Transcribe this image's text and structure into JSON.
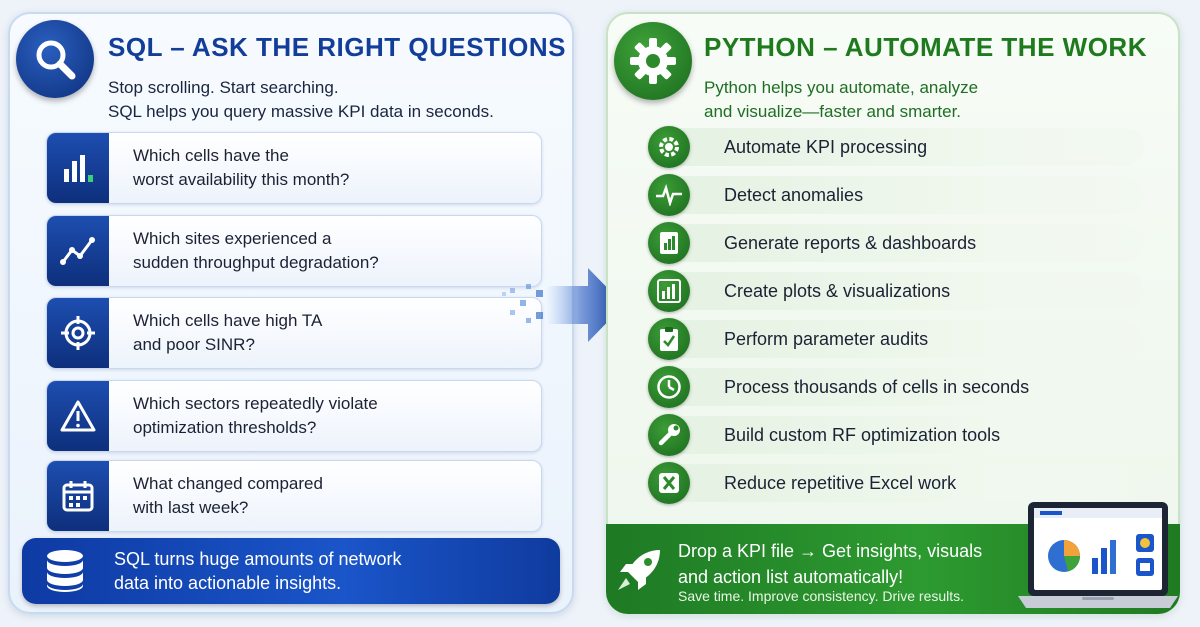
{
  "sql": {
    "title": "SQL – ASK THE RIGHT QUESTIONS",
    "subtitle_line1": "Stop scrolling. Start searching.",
    "subtitle_line2": "SQL helps you query massive KPI data in seconds.",
    "questions": [
      {
        "line1": "Which cells have the",
        "line2": "worst availability this month?",
        "icon": "bar-chart-icon"
      },
      {
        "line1": "Which sites experienced a",
        "line2": "sudden throughput degradation?",
        "icon": "trend-line-icon"
      },
      {
        "line1": "Which cells have high TA",
        "line2": "and poor SINR?",
        "icon": "target-icon"
      },
      {
        "line1": "Which sectors repeatedly violate",
        "line2": "optimization thresholds?",
        "icon": "warning-icon"
      },
      {
        "line1": "What changed compared",
        "line2": "with last week?",
        "icon": "calendar-icon"
      }
    ],
    "footer_line1": "SQL turns huge amounts of network",
    "footer_line2": "data into actionable insights."
  },
  "python": {
    "title": "PYTHON – AUTOMATE THE WORK",
    "subtitle_line1": "Python helps you automate, analyze",
    "subtitle_line2": "and visualize—faster and smarter.",
    "items": [
      {
        "label": "Automate KPI processing",
        "icon": "gear-icon"
      },
      {
        "label": "Detect anomalies",
        "icon": "pulse-icon"
      },
      {
        "label": "Generate reports & dashboards",
        "icon": "report-icon"
      },
      {
        "label": "Create plots & visualizations",
        "icon": "bar-chart-icon"
      },
      {
        "label": "Perform parameter audits",
        "icon": "clipboard-check-icon"
      },
      {
        "label": "Process thousands of cells in seconds",
        "icon": "clock-icon"
      },
      {
        "label": "Build custom RF optimization tools",
        "icon": "wrench-icon"
      },
      {
        "label": "Reduce repetitive Excel work",
        "icon": "excel-icon"
      }
    ],
    "footer_line1": "Drop a KPI file → Get insights, visuals",
    "footer_line2": "and action list automatically!",
    "footer_tagline": "Save time. Improve consistency. Drive results."
  },
  "colors": {
    "sql_blue": "#123e9a",
    "python_green": "#1f7a1e"
  }
}
